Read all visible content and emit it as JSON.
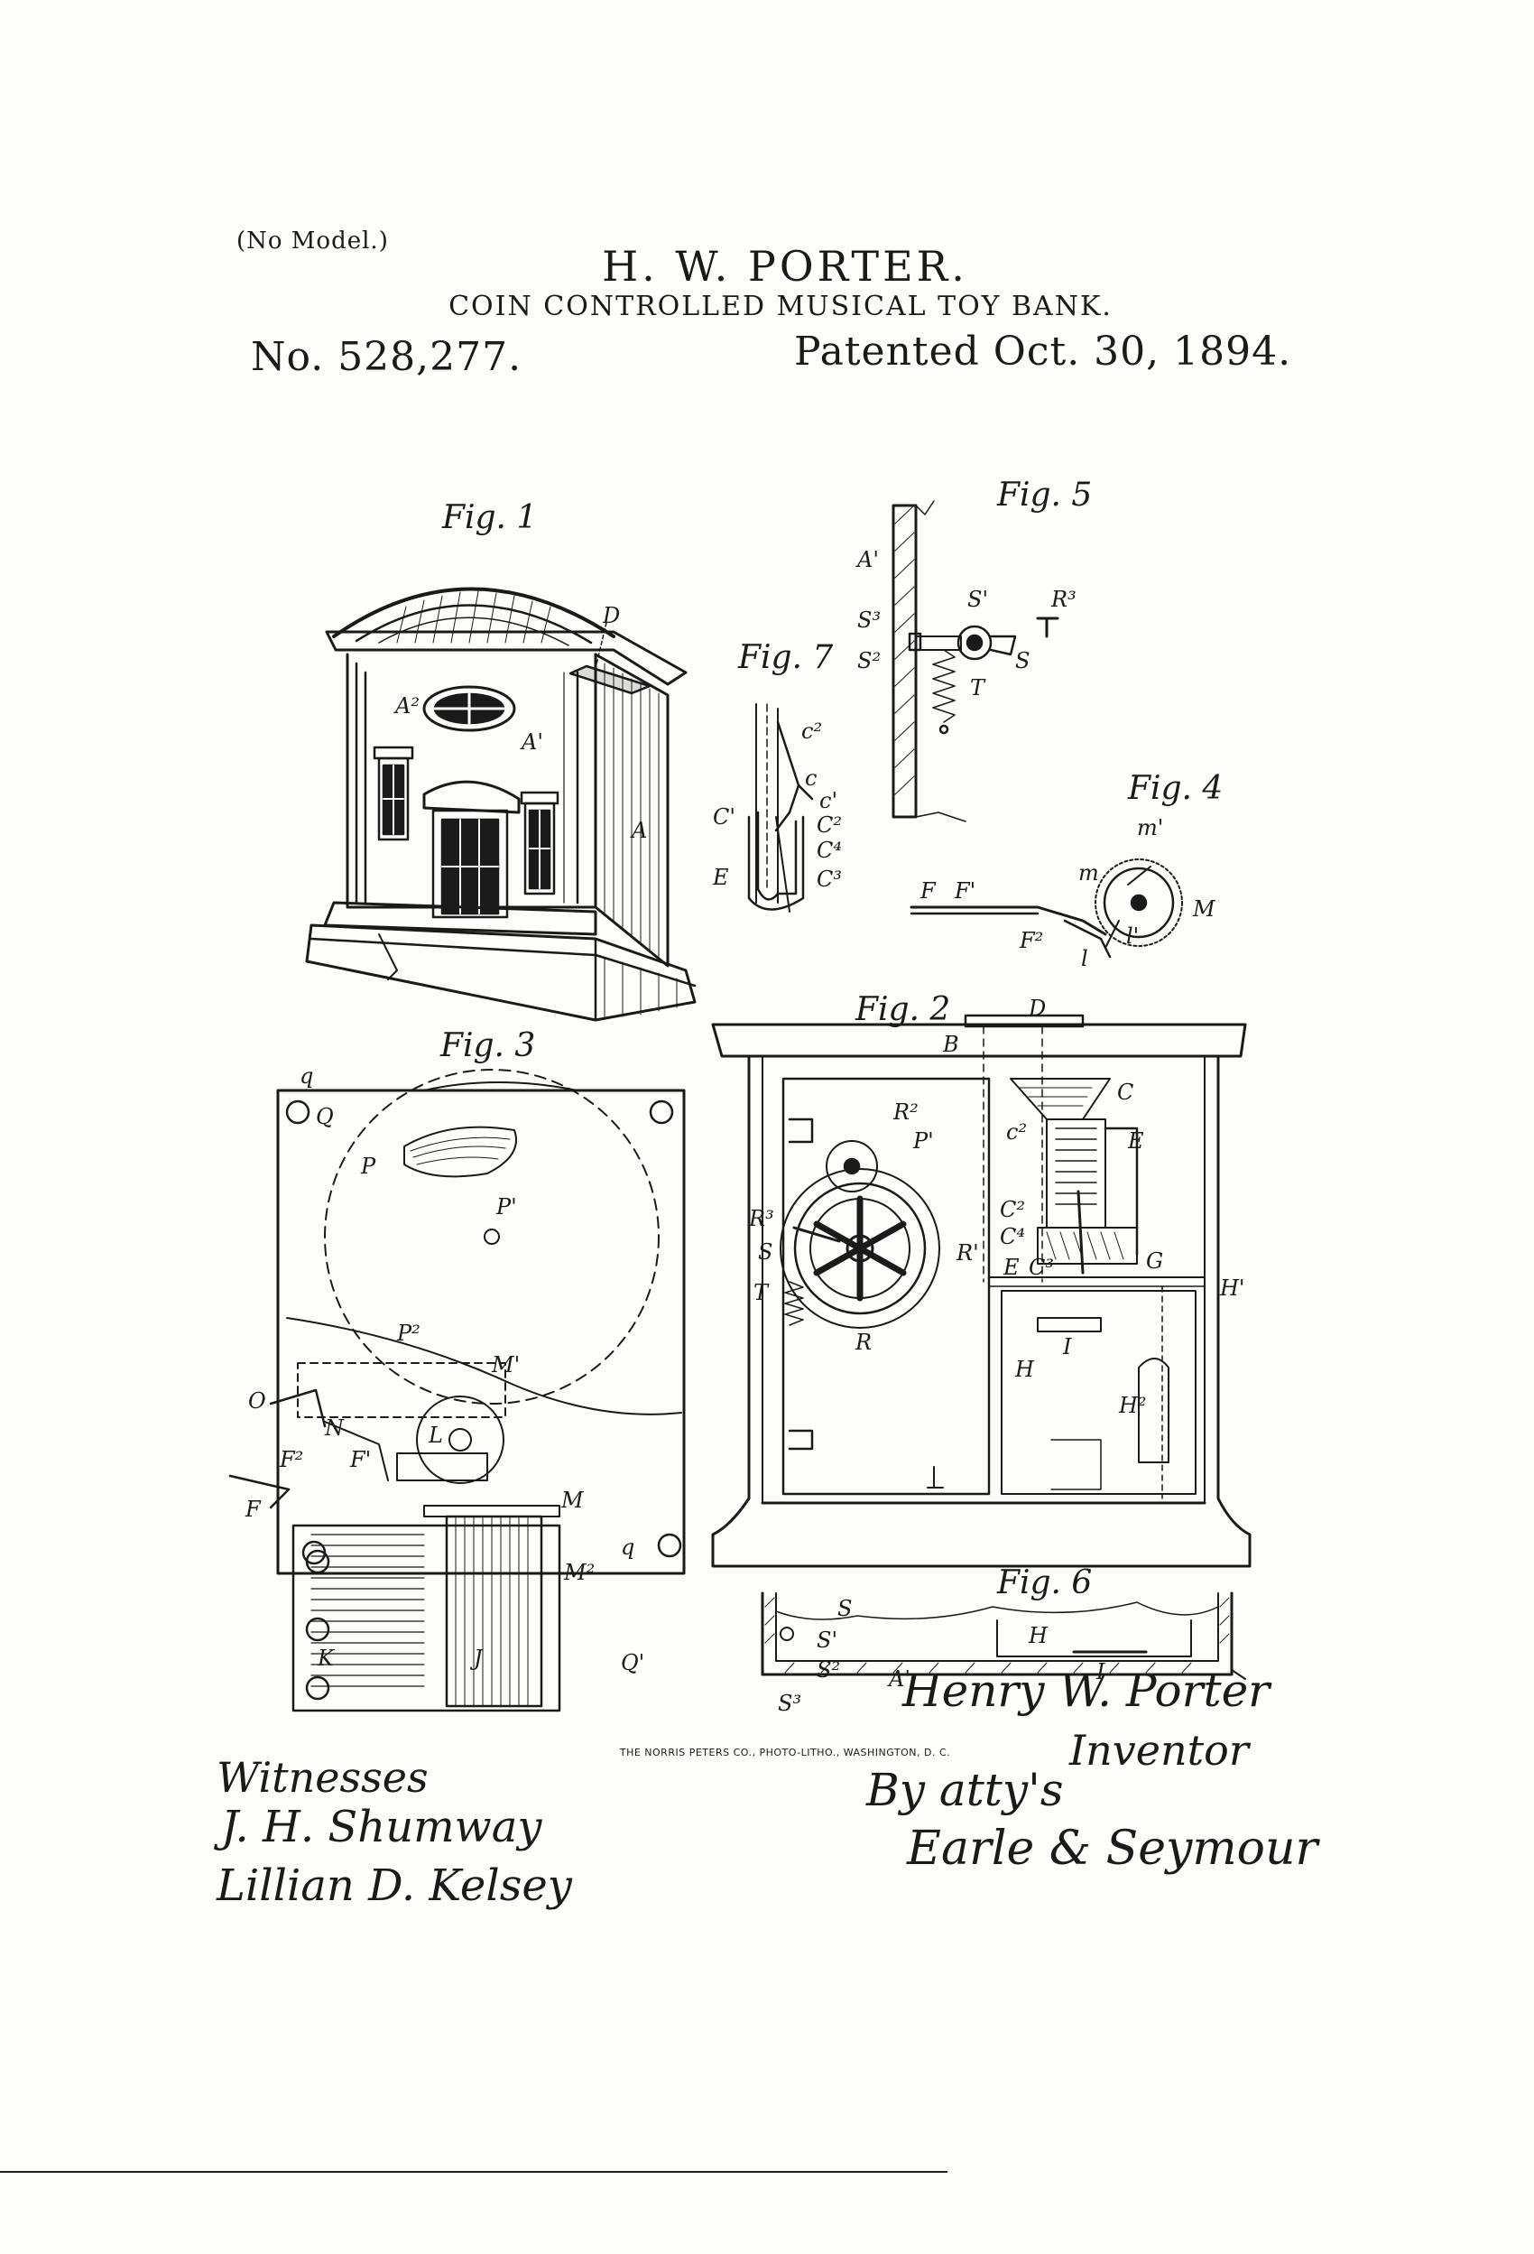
{
  "header": {
    "model": "(No Model.)",
    "inventor": "H. W. PORTER.",
    "title": "COIN CONTROLLED MUSICAL TOY BANK.",
    "patent_no": "No. 528,277.",
    "patent_date": "Patented Oct. 30, 1894."
  },
  "figures": {
    "fig1": "Fig. 1",
    "fig2": "Fig. 2",
    "fig3": "Fig. 3",
    "fig4": "Fig. 4",
    "fig5": "Fig. 5",
    "fig6": "Fig. 6",
    "fig7": "Fig. 7"
  },
  "labels": {
    "fig1": [
      "D",
      "A²",
      "A'",
      "A"
    ],
    "fig7": [
      "c²",
      "c",
      "c'",
      "C'",
      "C²",
      "C⁴",
      "C³",
      "E"
    ],
    "fig5": [
      "A'",
      "S'",
      "R³",
      "S³",
      "S²",
      "S",
      "T"
    ],
    "fig4": [
      "m'",
      "m",
      "F",
      "F'",
      "F²",
      "l",
      "l'",
      "M"
    ],
    "fig2": [
      "D",
      "B",
      "R²",
      "P'",
      "C",
      "c²",
      "E",
      "R³",
      "S",
      "C²",
      "C⁴",
      "R'",
      "C³",
      "E",
      "G",
      "H'",
      "T",
      "R",
      "I",
      "H",
      "H²"
    ],
    "fig3": [
      "q",
      "Q",
      "P",
      "P'",
      "P²",
      "M'",
      "O",
      "N",
      "F²",
      "F'",
      "F",
      "L",
      "M",
      "M²",
      "J",
      "K",
      "Q'",
      "q"
    ],
    "fig6": [
      "S",
      "S'",
      "S²",
      "A'",
      "H",
      "I",
      "S³"
    ]
  },
  "signatures": {
    "witnesses_heading": "Witnesses",
    "witness1": "J. H. Shumway",
    "witness2": "Lillian D. Kelsey",
    "inventor_name": "Henry W. Porter",
    "inventor_role": "Inventor",
    "attorneys": "By atty's",
    "attorneys_name": "Earle & Seymour"
  },
  "footer": "THE NORRIS PETERS CO., PHOTO-LITHO., WASHINGTON, D. C."
}
